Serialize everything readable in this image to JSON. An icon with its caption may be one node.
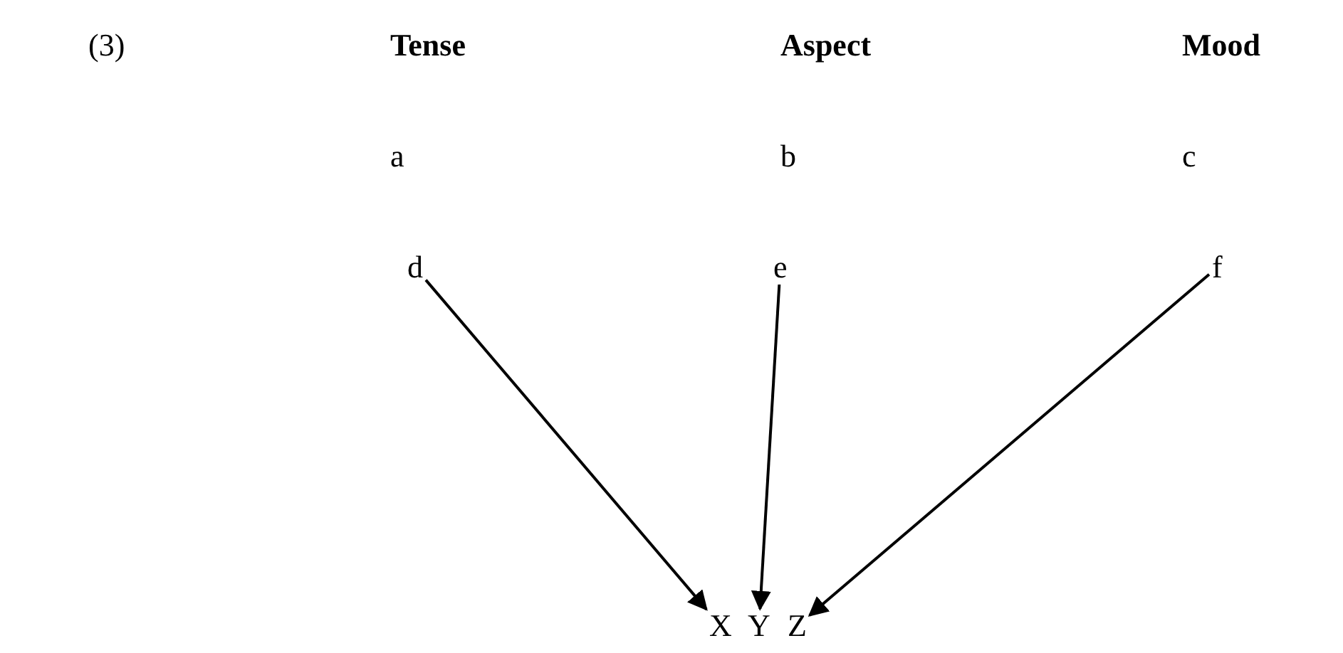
{
  "diagram": {
    "nodes": [
      {
        "text": [
          "d"
        ]
      },
      {
        "text": [
          "e"
        ]
      },
      {
        "text": [
          "f"
        ]
      },
      {
        "text": [
          "X"
        ]
      },
      {
        "text": [
          "Y"
        ]
      },
      {
        "text": [
          "Z"
        ]
      }
    ],
    "edges": [
      {
        "from": 0,
        "to": 3,
        "arrow": "to"
      },
      {
        "from": 1,
        "to": 4,
        "arrow": "to"
      },
      {
        "from": 2,
        "to": 5,
        "arrow": "to"
      }
    ],
    "labels": [
      "(3)",
      "Tense",
      "Aspect",
      "Mood",
      "a",
      "b",
      "c"
    ]
  }
}
